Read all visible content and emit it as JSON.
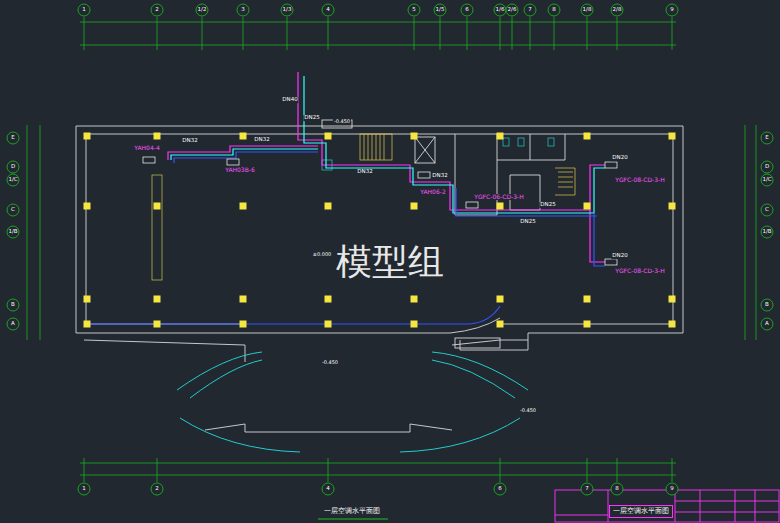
{
  "diagram": {
    "caption": "一层空调水平面图",
    "nodes": [
      {
        "text": [
          "一层空调水平面图"
        ]
      }
    ],
    "labels": [
      "1",
      "2",
      "1/2",
      "3",
      "1/3",
      "4",
      "5",
      "1/5",
      "6",
      "1/6",
      "2/6",
      "7",
      "8",
      "1/8",
      "2/8",
      "9",
      "E",
      "D",
      "1/C",
      "C",
      "1/B",
      "B",
      "A",
      "E",
      "D",
      "1/C",
      "C",
      "1/B",
      "B",
      "A",
      "1",
      "2",
      "4",
      "6",
      "7",
      "8",
      "9",
      "YAH04-4",
      "YAH03B-6",
      "YAH06-2",
      "YGFC-06-CD-3-H",
      "YGFC-08-CD-3-H",
      "YGFC-08-CD-3-H",
      "DN32",
      "DN32",
      "DN25",
      "DN32",
      "DN40",
      "DN25",
      "DN20",
      "DN20",
      "DN32",
      "DN25",
      "-0.450",
      "±0.000",
      "-0.450",
      "-0.450",
      "模型组"
    ]
  }
}
